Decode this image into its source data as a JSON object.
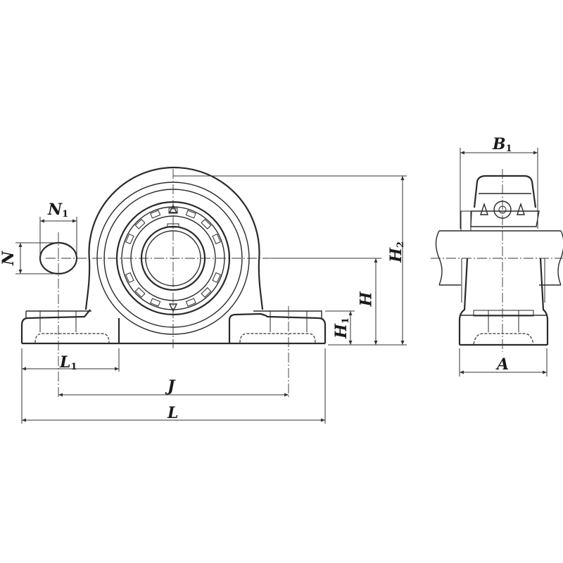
{
  "diagram": {
    "title": "Pillow block bearing unit dimension drawing",
    "views": [
      "front-view",
      "side-view"
    ],
    "line_color": "#2a2a2a",
    "background": "#ffffff"
  },
  "labels": {
    "N1": {
      "main": "N",
      "sub": "1"
    },
    "N": {
      "main": "N",
      "sub": ""
    },
    "L1": {
      "main": "L",
      "sub": "1"
    },
    "J": {
      "main": "J",
      "sub": ""
    },
    "L": {
      "main": "L",
      "sub": ""
    },
    "H": {
      "main": "H",
      "sub": ""
    },
    "H1": {
      "main": "H",
      "sub": "1"
    },
    "H2": {
      "main": "H",
      "sub": "2"
    },
    "B1": {
      "main": "B",
      "sub": "1"
    },
    "A": {
      "main": "A",
      "sub": ""
    }
  }
}
